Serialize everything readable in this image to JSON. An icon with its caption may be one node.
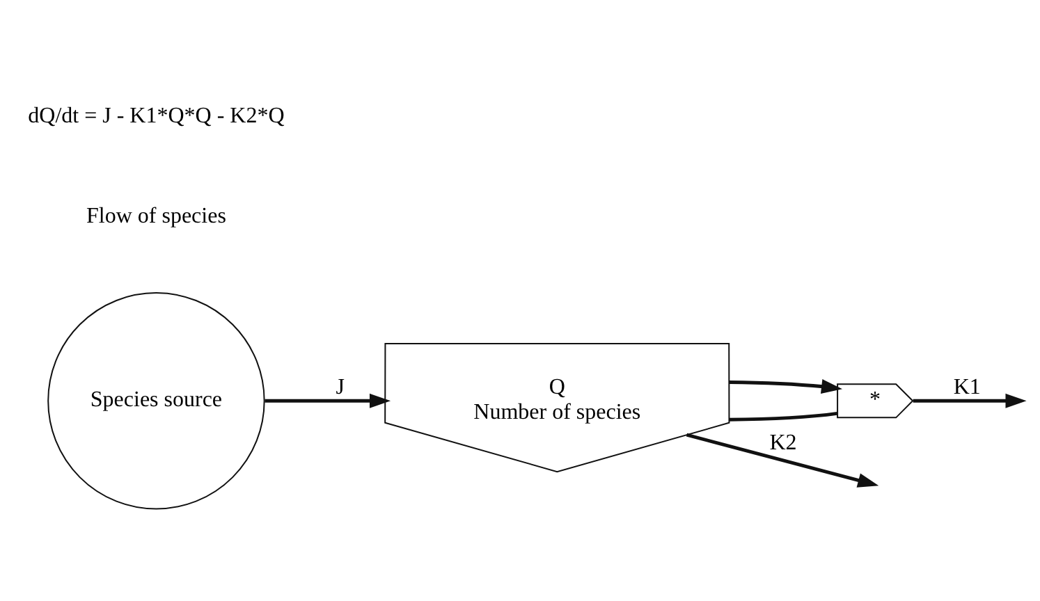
{
  "diagram": {
    "nodes": [
      {
        "text": [
          "Species source"
        ]
      },
      {
        "text": [
          "Q",
          "Number of species"
        ]
      },
      {
        "text": [
          "*"
        ]
      }
    ],
    "edges": [
      {
        "from": 0,
        "to": 1,
        "arrow": "to",
        "label": "J"
      },
      {
        "from": 1,
        "to": null,
        "arrow": "to",
        "label": "K2"
      },
      {
        "from": 1,
        "to": 2,
        "arrow": "none"
      },
      {
        "from": 1,
        "to": 2,
        "arrow": "to"
      },
      {
        "from": 2,
        "to": null,
        "arrow": "to",
        "label": "K1"
      }
    ],
    "labels": [
      "Flow of species",
      "dQ/dt = J - K1*Q*Q - K2*Q"
    ]
  }
}
